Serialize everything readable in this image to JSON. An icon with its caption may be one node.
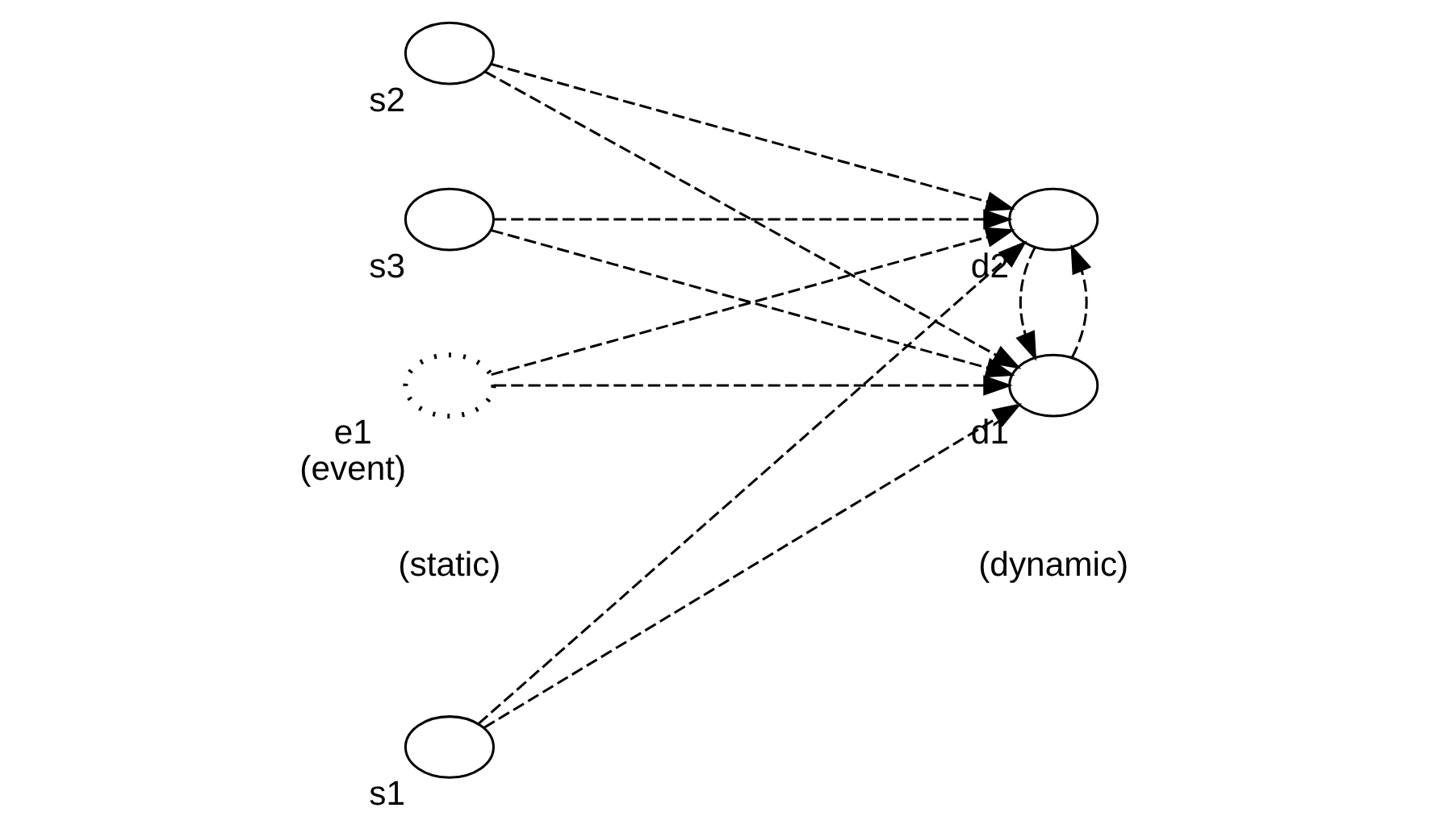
{
  "diagram": {
    "nodes": [
      {
        "text": [],
        "shape": "ellipse",
        "beside": [
          "s1"
        ]
      },
      {
        "text": [],
        "shape": "ellipse",
        "beside": [
          "s2"
        ]
      },
      {
        "text": [],
        "shape": "ellipse",
        "beside": [
          "s3"
        ]
      },
      {
        "text": [],
        "shape": "ellipse",
        "beside": [
          "e1",
          "(event)"
        ]
      },
      {
        "text": [],
        "shape": "ellipse",
        "beside": [
          "d1"
        ]
      },
      {
        "text": [],
        "shape": "ellipse",
        "beside": [
          "d2"
        ]
      }
    ],
    "edges": [
      {
        "from": 0,
        "to": 4,
        "arrow": "to",
        "style": "dashed"
      },
      {
        "from": 0,
        "to": 5,
        "arrow": "to",
        "style": "dashed"
      },
      {
        "from": 1,
        "to": 4,
        "arrow": "to",
        "style": "dashed"
      },
      {
        "from": 1,
        "to": 5,
        "arrow": "to",
        "style": "dashed"
      },
      {
        "from": 2,
        "to": 4,
        "arrow": "to",
        "style": "dashed"
      },
      {
        "from": 2,
        "to": 5,
        "arrow": "to",
        "style": "dashed"
      },
      {
        "from": 3,
        "to": 4,
        "arrow": "to",
        "style": "dashed"
      },
      {
        "from": 3,
        "to": 5,
        "arrow": "to",
        "style": "dashed"
      },
      {
        "from": 4,
        "to": 5,
        "arrow": "to",
        "style": "dashed"
      },
      {
        "from": 5,
        "to": 4,
        "arrow": "to",
        "style": "dashed"
      }
    ],
    "labels": [
      "(static)",
      "(dynamic)"
    ]
  }
}
